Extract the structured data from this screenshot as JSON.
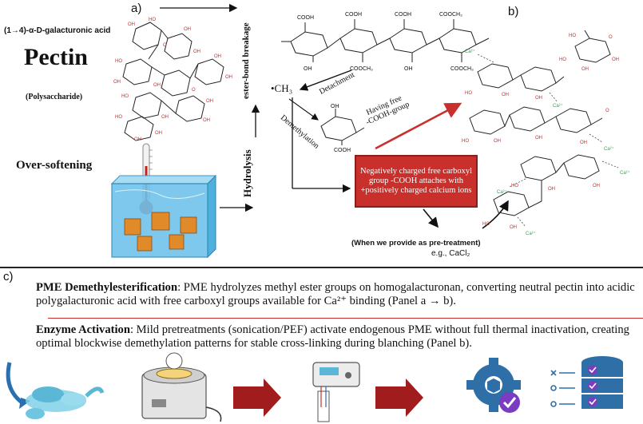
{
  "panel_a": {
    "label": "a)",
    "galacturonic_label": "(1→4)-α-D-galacturonic acid",
    "pectin_title": "Pectin",
    "polysaccharide_label": "(Polysaccharide)",
    "oversoftening_label": "Over-softening",
    "hydrolysis_label": "Hydrolysis",
    "ester_bond_label": "ester-bond breakage",
    "methyl_label": "•CH₃",
    "detachment_label": "Detachment",
    "demethylation_label": "Demethylation",
    "free_cooh_label_line1": "Having free",
    "free_cooh_label_line2": "-COOH-group",
    "chain_groups": {
      "top1": "COOH",
      "top2": "COOH",
      "top3": "COOCH₃",
      "top4": "COOH",
      "bottom1": "COOCH₃",
      "bottom2": "COOCH₃"
    },
    "oh_label": "OH",
    "monomer_cooh": "COOH",
    "red_box_text": "Negatively charged free carboxyl group -COOH attaches with +positively charged calcium ions",
    "pretreatment_label": "(When we provide as pre-treatment)",
    "example_label": "e.g., CaCl₂"
  },
  "panel_b": {
    "label": "b)",
    "ca_label": "Ca²⁺"
  },
  "panel_c": {
    "label": "c)",
    "p1_title": "PME Demethylesterification",
    "p1_body": ": PME hydrolyzes methyl ester groups on homogalacturonan, converting neutral pectin into acidic polygalacturonic acid with free carboxyl groups available for Ca²⁺ binding (Panel a → b).",
    "p2_title": "Enzyme Activation",
    "p2_body": ": Mild pretreatments (sonication/PEF) activate endogenous PME without full thermal inactivation, creating optimal blockwise demethylation patterns for stable cross-linking during blanching (Panel b)."
  },
  "colors": {
    "accent_red": "#c9302c",
    "water_blue": "#6fc3ea",
    "calcium_green": "#2fa84f",
    "oxygen_red": "#d22b2b",
    "gear_blue": "#2f6fa8",
    "check_purple": "#7a3cc0"
  }
}
